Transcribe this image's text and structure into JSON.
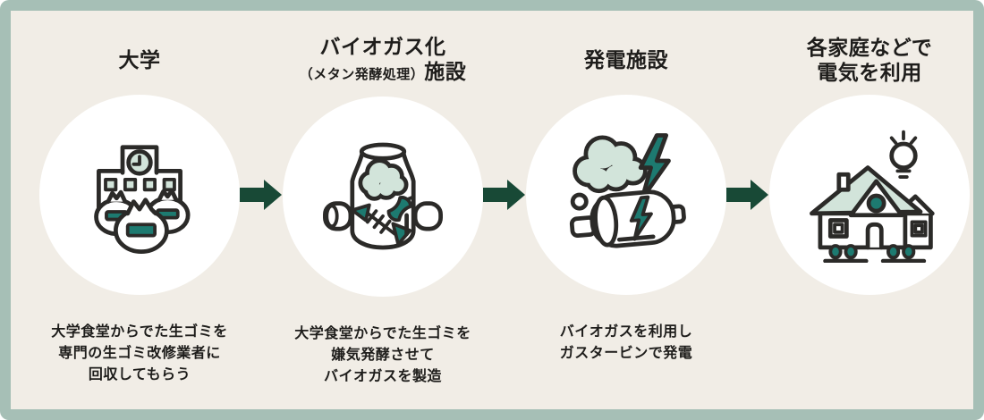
{
  "palette": {
    "page_background": "#f1ede6",
    "frame_border": "#a6bfb6",
    "circle_background": "#ffffff",
    "outline": "#2b2a28",
    "teal": "#1d7a70",
    "light_green": "#d2e4da",
    "arrow_green": "#184936",
    "text_color": "#1e1d1b"
  },
  "steps": [
    {
      "title": {
        "line1": "大学"
      },
      "icon": "university-building-icon",
      "description": [
        "大学食堂からでた生ゴミを",
        "専門の生ゴミ改修業者に",
        "回収してもらう"
      ]
    },
    {
      "title": {
        "line1": "バイオガス化",
        "line2_small": "（メタン発酵処理）",
        "line2": "施設"
      },
      "icon": "biogas-digester-tank-icon",
      "description": [
        "大学食堂からでた生ゴミを",
        "嫌気発酵させて",
        "バイオガスを製造"
      ]
    },
    {
      "title": {
        "line1": "発電施設"
      },
      "icon": "gas-turbine-generator-icon",
      "description": [
        "バイオガスを利用し",
        "ガスタービンで発電"
      ]
    },
    {
      "title": {
        "line1": "各家庭などで",
        "line2": "電気を利用"
      },
      "icon": "house-electricity-icon",
      "description": []
    }
  ]
}
